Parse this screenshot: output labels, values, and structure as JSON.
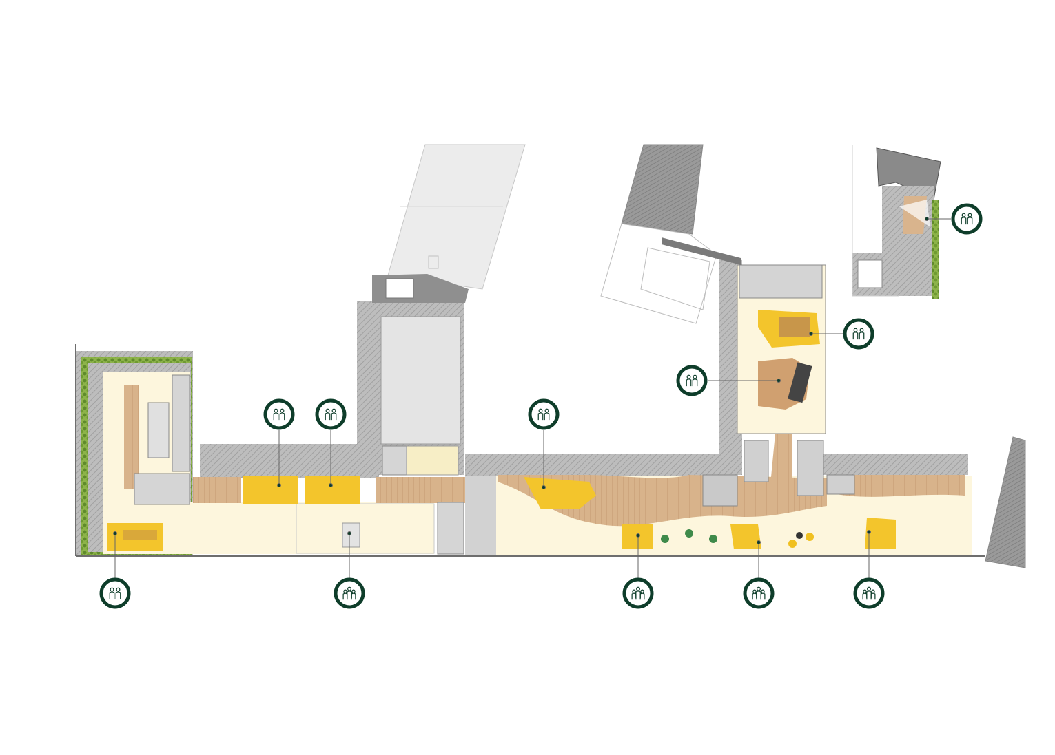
{
  "plan": {
    "colors": {
      "wall": "#a8a8a8",
      "wall_dark": "#6e6e6e",
      "hatch": "#cfcfcf",
      "floor_cream": "#fdf6dd",
      "floor_wood": "#d9b48d",
      "meeting_yellow": "#f3c52c",
      "meeting_yellow_light": "#f7d65a",
      "greenery": "#7fa83a",
      "marker_ring": "#0e3d2a",
      "marker_fill": "#ffffff",
      "neighbour_building": "#e6e6e6"
    },
    "markers": [
      {
        "id": "marker-left-meeting-room",
        "icon": "people-pair-icon",
        "count": 2
      },
      {
        "id": "marker-focus-room-1",
        "icon": "people-pair-icon",
        "count": 2
      },
      {
        "id": "marker-focus-room-2",
        "icon": "people-pair-icon",
        "count": 2
      },
      {
        "id": "marker-small-meeting",
        "icon": "people-group-icon",
        "count": 3
      },
      {
        "id": "marker-lounge-pod",
        "icon": "people-pair-icon",
        "count": 2
      },
      {
        "id": "marker-kitchen-bar",
        "icon": "people-pair-icon",
        "count": 2
      },
      {
        "id": "marker-large-table",
        "icon": "people-pair-icon",
        "count": 2
      },
      {
        "id": "marker-roof-terrace",
        "icon": "people-pair-icon",
        "count": 2
      },
      {
        "id": "marker-booth-a",
        "icon": "people-group-icon",
        "count": 3
      },
      {
        "id": "marker-booth-b",
        "icon": "people-group-icon",
        "count": 3
      },
      {
        "id": "marker-booth-c",
        "icon": "people-group-icon",
        "count": 3
      }
    ]
  }
}
